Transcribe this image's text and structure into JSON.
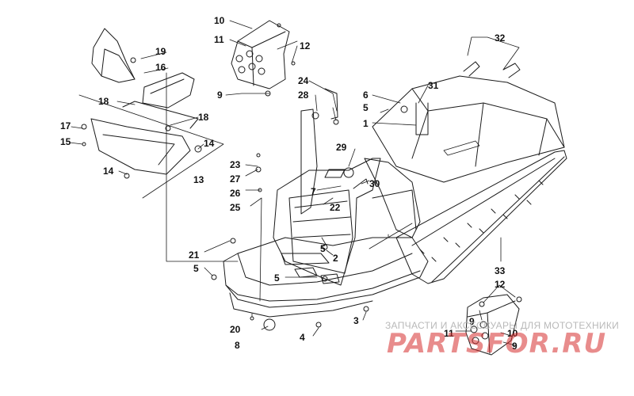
{
  "colors": {
    "line": "#1a1a1a",
    "watermark_text": "#b9b9b9",
    "watermark_logo": "#d62e2e"
  },
  "parts": {
    "p1": "1",
    "p2": "2",
    "p3": "3",
    "p4": "4",
    "p5a": "5",
    "p5b": "5",
    "p5c": "5",
    "p5d": "5",
    "p6": "6",
    "p7": "7",
    "p8": "8",
    "p9a": "9",
    "p9b": "9",
    "p9c": "9",
    "p10a": "10",
    "p10b": "10",
    "p11a": "11",
    "p11b": "11",
    "p12a": "12",
    "p12b": "12",
    "p13": "13",
    "p14a": "14",
    "p14b": "14",
    "p15": "15",
    "p16": "16",
    "p17": "17",
    "p18a": "18",
    "p18b": "18",
    "p19": "19",
    "p20": "20",
    "p21": "21",
    "p22": "22",
    "p23": "23",
    "p24": "24",
    "p25": "25",
    "p26": "26",
    "p27": "27",
    "p28": "28",
    "p29": "29",
    "p30": "30",
    "p31": "31",
    "p32": "32",
    "p33": "33"
  },
  "watermark": {
    "caption": "ЗАПЧАСТИ И АКСЕССУАРЫ ДЛЯ МОТОТЕХНИКИ",
    "logo": "PARTSFOR.RU"
  }
}
